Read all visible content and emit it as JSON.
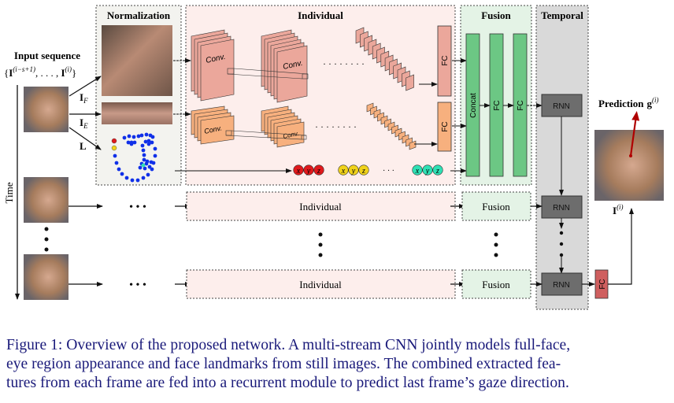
{
  "figure": {
    "sections": {
      "normalization": "Normalization",
      "individual": "Individual",
      "fusion": "Fusion",
      "temporal": "Temporal"
    },
    "input": {
      "title": "Input sequence",
      "set_notation": "{I(i−s+1), . . . , I(i)}",
      "set_open": "{",
      "set_I1": "I",
      "set_sup1": "(i−s+1)",
      "set_mid": ", . . . , ",
      "set_I2": "I",
      "set_sup2": "(i)",
      "set_close": "}",
      "time_label": "Time"
    },
    "streams": {
      "face_label": "I",
      "face_sub": "F",
      "eye_label": "I",
      "eye_sub": "E",
      "landmarks_label": "L"
    },
    "cnn": {
      "conv_label": "Conv.",
      "fc_label": "FC",
      "ellipsis": "· · · · · · · ·"
    },
    "landmark_vector": {
      "components": [
        "x",
        "y",
        "z"
      ],
      "colors": [
        "#e0191c",
        "#f0d21a",
        "#2ee0b4"
      ],
      "dots": "· · ·"
    },
    "fusion": {
      "concat_label": "Concat",
      "fc_labels": [
        "FC",
        "FC"
      ]
    },
    "temporal": {
      "rnn_label": "RNN"
    },
    "rows": {
      "individual_label": "Individual",
      "fusion_label": "Fusion",
      "rnn_label": "RNN",
      "ellipsis": "• • •"
    },
    "output": {
      "fc_label": "FC",
      "prediction_label": "Prediction",
      "prediction_symbol": "g",
      "prediction_sup": "(i)",
      "frame_label": "I",
      "frame_sup": "(i)"
    },
    "colors": {
      "individual_bg": "#fdeeec",
      "fusion_bg": "#e4f3e6",
      "temporal_bg": "#d9d9d9",
      "normalization_bg": "#f3f3ef",
      "face_conv": "#eba79b",
      "eye_conv": "#f7b07e",
      "fusion_green": "#6cc784",
      "rnn_gray": "#6d6d6d",
      "output_fc": "#cf5f5f",
      "gaze_arrow": "#b00000",
      "caption_text": "#1a1a7a"
    }
  },
  "caption": {
    "lines": [
      "Figure 1: Overview of the proposed network. A multi-stream CNN jointly models full-face,",
      "eye region appearance and face landmarks from still images.  The combined extracted fea-",
      "tures from each frame are fed into a recurrent module to predict last frame’s gaze direction."
    ]
  }
}
